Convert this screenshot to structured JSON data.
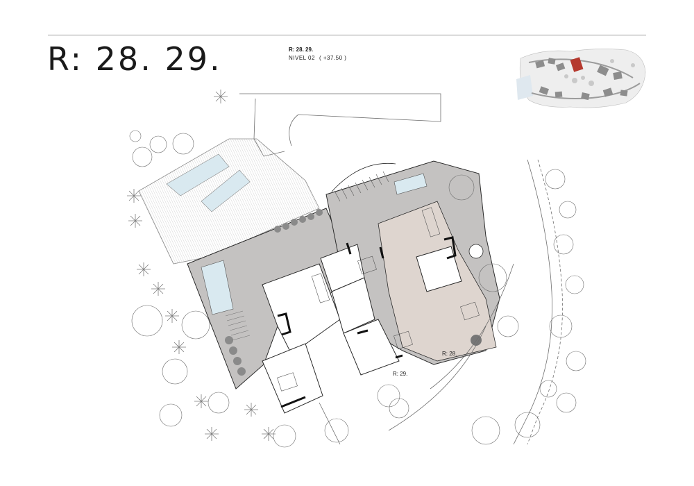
{
  "header": {
    "title": "R: 28. 29.",
    "subtitle": "R: 28. 29.",
    "level_label": "NIVEL 02",
    "level_elevation": "( +37.50 )"
  },
  "plan": {
    "unit_labels": [
      "R: 28.",
      "R: 29."
    ]
  },
  "colors": {
    "terrace": "#c4c2c1",
    "unit_28": "#ded5cf",
    "lines": "#2b2b2b",
    "key_highlight": "#b5392e"
  }
}
